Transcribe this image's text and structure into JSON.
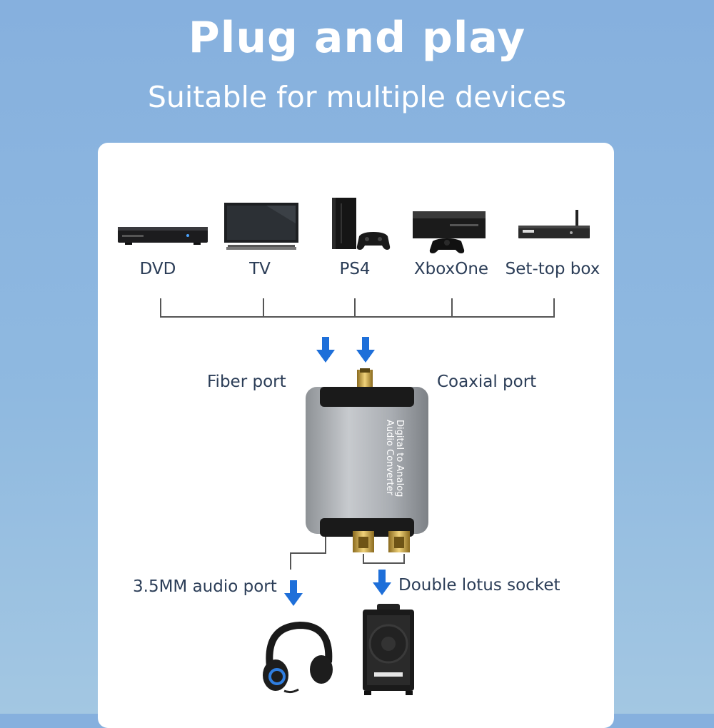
{
  "header": {
    "title": "Plug and play",
    "subtitle": "Suitable for multiple devices"
  },
  "devices": [
    {
      "label": "DVD",
      "icon": "dvd-player-icon"
    },
    {
      "label": "TV",
      "icon": "tv-icon"
    },
    {
      "label": "PS4",
      "icon": "ps4-console-icon"
    },
    {
      "label": "XboxOne",
      "icon": "xbox-one-console-icon"
    },
    {
      "label": "Set-top box",
      "icon": "set-top-box-icon"
    }
  ],
  "ports": {
    "fiber": "Fiber port",
    "coaxial": "Coaxial port",
    "audio_35mm": "3.5MM audio port",
    "double_lotus": "Double lotus socket"
  },
  "converter": {
    "text_line1": "Digital to Analog",
    "text_line2": "Audio Converter"
  },
  "outputs": [
    {
      "icon": "headphones-icon"
    },
    {
      "icon": "speaker-icon"
    }
  ],
  "colors": {
    "background": "#8fb9e0",
    "panel": "#ffffff",
    "arrow": "#1e6fd9",
    "label_text": "#2b3d57",
    "title_text": "#ffffff"
  }
}
